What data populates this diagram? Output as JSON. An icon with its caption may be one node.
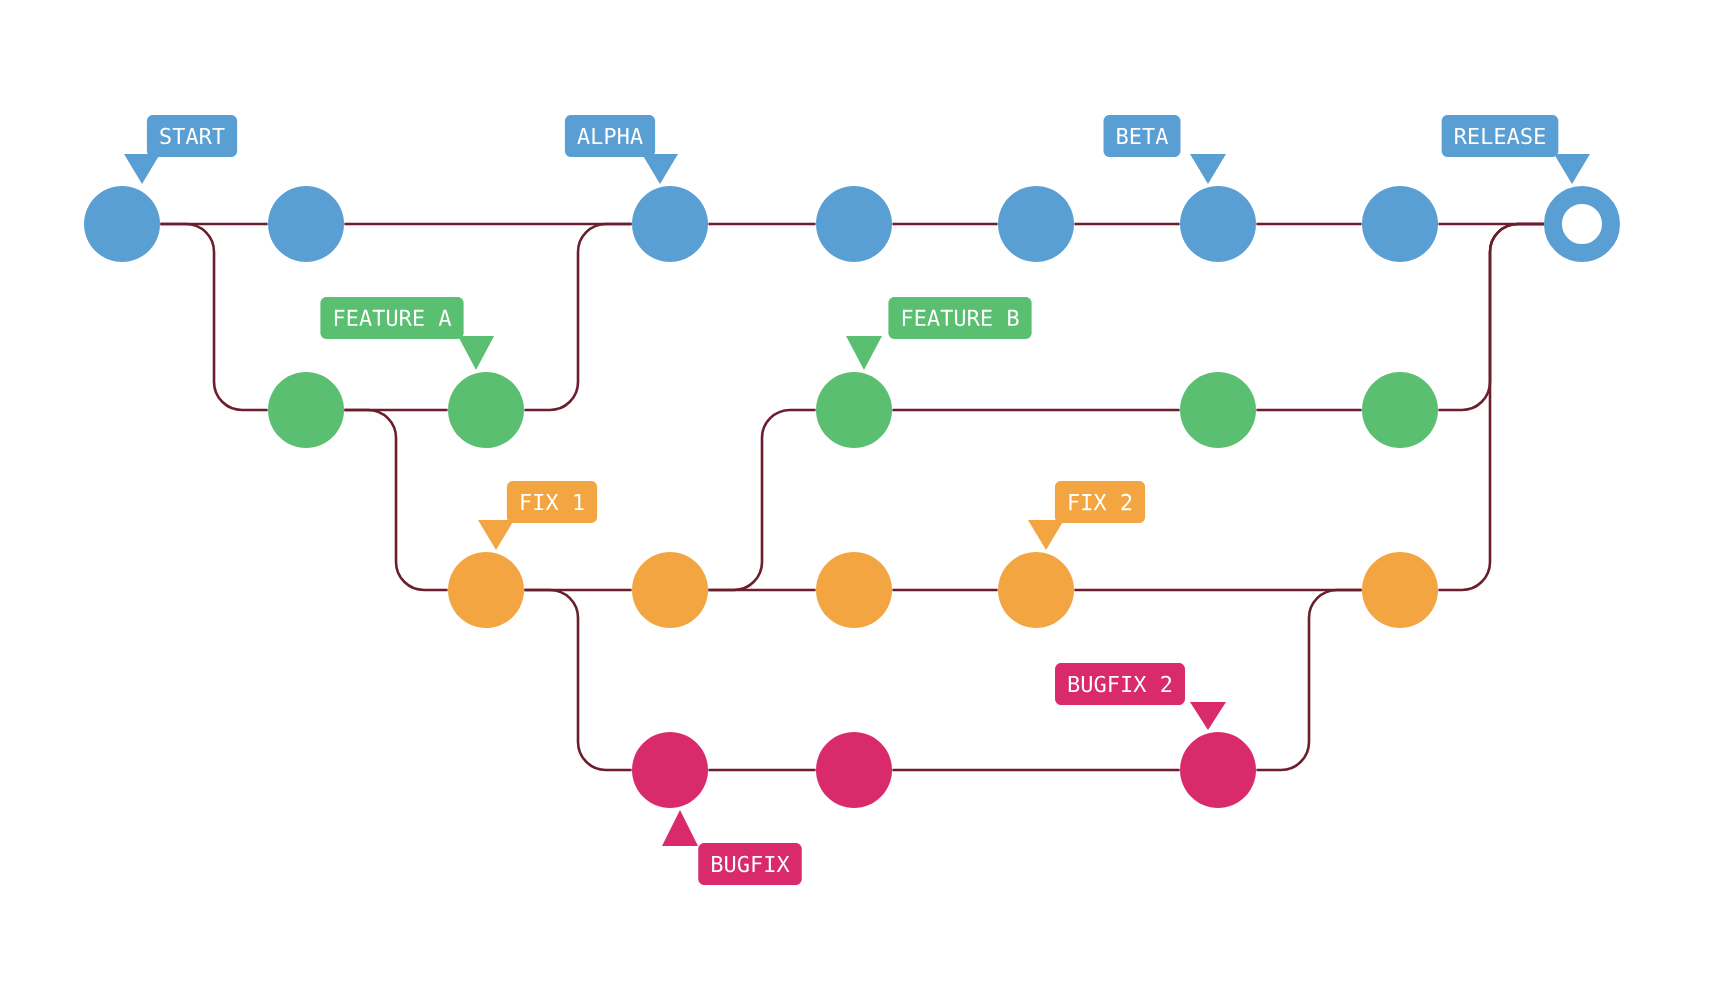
{
  "diagram": {
    "nodes": [
      {
        "text": [],
        "shape": "circle",
        "beside": [
          "START"
        ]
      },
      {
        "text": [],
        "shape": "circle"
      },
      {
        "text": [],
        "shape": "circle",
        "beside": [
          "ALPHA"
        ]
      },
      {
        "text": [],
        "shape": "circle"
      },
      {
        "text": [],
        "shape": "circle"
      },
      {
        "text": [],
        "shape": "circle",
        "beside": [
          "BETA"
        ]
      },
      {
        "text": [],
        "shape": "circle"
      },
      {
        "text": [],
        "shape": "ring",
        "beside": [
          "RELEASE"
        ]
      },
      {
        "text": [],
        "shape": "circle"
      },
      {
        "text": [],
        "shape": "circle",
        "beside": [
          "FEATURE A"
        ]
      },
      {
        "text": [],
        "shape": "circle",
        "beside": [
          "FEATURE B"
        ]
      },
      {
        "text": [],
        "shape": "circle"
      },
      {
        "text": [],
        "shape": "circle"
      },
      {
        "text": [],
        "shape": "circle",
        "beside": [
          "FIX 1"
        ]
      },
      {
        "text": [],
        "shape": "circle"
      },
      {
        "text": [],
        "shape": "circle"
      },
      {
        "text": [],
        "shape": "circle",
        "beside": [
          "FIX 2"
        ]
      },
      {
        "text": [],
        "shape": "circle"
      },
      {
        "text": [],
        "shape": "circle",
        "beside": [
          "BUGFIX"
        ]
      },
      {
        "text": [],
        "shape": "circle"
      },
      {
        "text": [],
        "shape": "circle",
        "beside": [
          "BUGFIX 2"
        ]
      }
    ],
    "edges": [
      {
        "from": 0,
        "to": 1,
        "arrow": "none"
      },
      {
        "from": 1,
        "to": 2,
        "arrow": "none"
      },
      {
        "from": 2,
        "to": 3,
        "arrow": "none"
      },
      {
        "from": 3,
        "to": 4,
        "arrow": "none"
      },
      {
        "from": 4,
        "to": 5,
        "arrow": "none"
      },
      {
        "from": 5,
        "to": 6,
        "arrow": "none"
      },
      {
        "from": 6,
        "to": 7,
        "arrow": "none"
      },
      {
        "from": 0,
        "to": 8,
        "arrow": "none"
      },
      {
        "from": 8,
        "to": 9,
        "arrow": "none"
      },
      {
        "from": 9,
        "to": 2,
        "arrow": "none"
      },
      {
        "from": 8,
        "to": 13,
        "arrow": "none"
      },
      {
        "from": 10,
        "to": 11,
        "arrow": "none"
      },
      {
        "from": 11,
        "to": 12,
        "arrow": "none"
      },
      {
        "from": 12,
        "to": 7,
        "arrow": "none"
      },
      {
        "from": 13,
        "to": 14,
        "arrow": "none"
      },
      {
        "from": 14,
        "to": 10,
        "arrow": "none"
      },
      {
        "from": 14,
        "to": 15,
        "arrow": "none"
      },
      {
        "from": 15,
        "to": 16,
        "arrow": "none"
      },
      {
        "from": 16,
        "to": 17,
        "arrow": "none"
      },
      {
        "from": 17,
        "to": 7,
        "arrow": "none"
      },
      {
        "from": 13,
        "to": 18,
        "arrow": "none"
      },
      {
        "from": 18,
        "to": 19,
        "arrow": "none"
      },
      {
        "from": 19,
        "to": 20,
        "arrow": "none"
      },
      {
        "from": 20,
        "to": 17,
        "arrow": "none"
      }
    ]
  }
}
